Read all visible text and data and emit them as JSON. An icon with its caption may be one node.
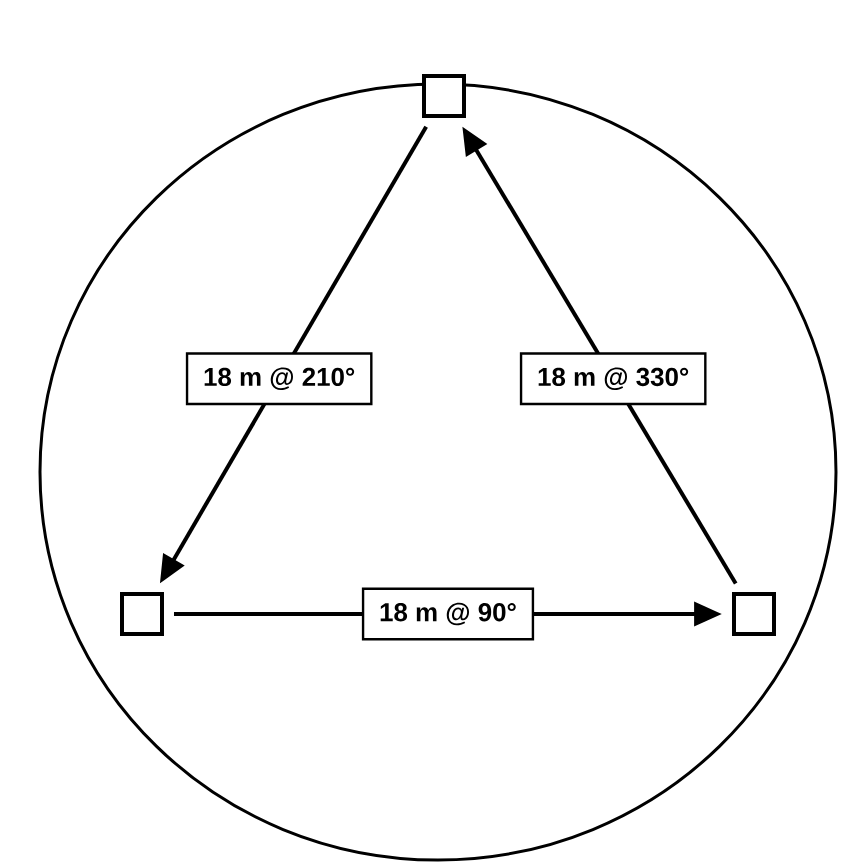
{
  "diagram": {
    "nodes": [
      {
        "text": [],
        "shape": "box"
      },
      {
        "text": [],
        "shape": "box"
      },
      {
        "text": [],
        "shape": "box"
      }
    ],
    "edges": [
      {
        "from": 0,
        "to": 1,
        "arrow": "to",
        "label": "18 m @ 210°"
      },
      {
        "from": 1,
        "to": 2,
        "arrow": "to",
        "label": "18 m @ 90°"
      },
      {
        "from": 2,
        "to": 0,
        "arrow": "to",
        "label": "18 m @ 330°"
      }
    ]
  }
}
